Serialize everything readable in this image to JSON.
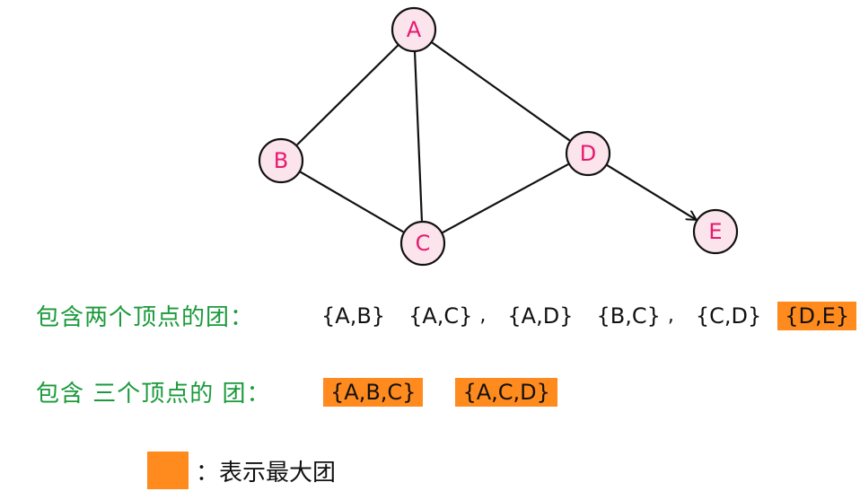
{
  "graph": {
    "nodes": [
      {
        "id": "A",
        "label": "A"
      },
      {
        "id": "B",
        "label": "B"
      },
      {
        "id": "C",
        "label": "C"
      },
      {
        "id": "D",
        "label": "D"
      },
      {
        "id": "E",
        "label": "E"
      }
    ],
    "edges": [
      {
        "from": "A",
        "to": "B",
        "directed": false
      },
      {
        "from": "A",
        "to": "C",
        "directed": false
      },
      {
        "from": "A",
        "to": "D",
        "directed": false
      },
      {
        "from": "B",
        "to": "C",
        "directed": false
      },
      {
        "from": "C",
        "to": "D",
        "directed": false
      },
      {
        "from": "D",
        "to": "E",
        "directed": true
      }
    ],
    "colors": {
      "node_label": "#e8186e",
      "node_fill": "#fbe4ec",
      "stroke": "#111111"
    }
  },
  "rows": [
    {
      "label": "包含两个顶点的团：",
      "sets": [
        {
          "text": "{A,B}",
          "max": false,
          "sep": ""
        },
        {
          "text": "{A,C}",
          "max": false,
          "sep": ","
        },
        {
          "text": "{A,D}",
          "max": false,
          "sep": ""
        },
        {
          "text": "{B,C}",
          "max": false,
          "sep": ","
        },
        {
          "text": "{C,D}",
          "max": false,
          "sep": ""
        },
        {
          "text": "{D,E}",
          "max": true,
          "sep": ""
        }
      ]
    },
    {
      "label": "包含 三个顶点的 团：",
      "sets": [
        {
          "text": "{A,B,C}",
          "max": true,
          "sep": ""
        },
        {
          "text": "{A,C,D}",
          "max": true,
          "sep": ""
        }
      ]
    }
  ],
  "legend": {
    "text": "：表示最大团",
    "color": "#ff8a1e"
  }
}
